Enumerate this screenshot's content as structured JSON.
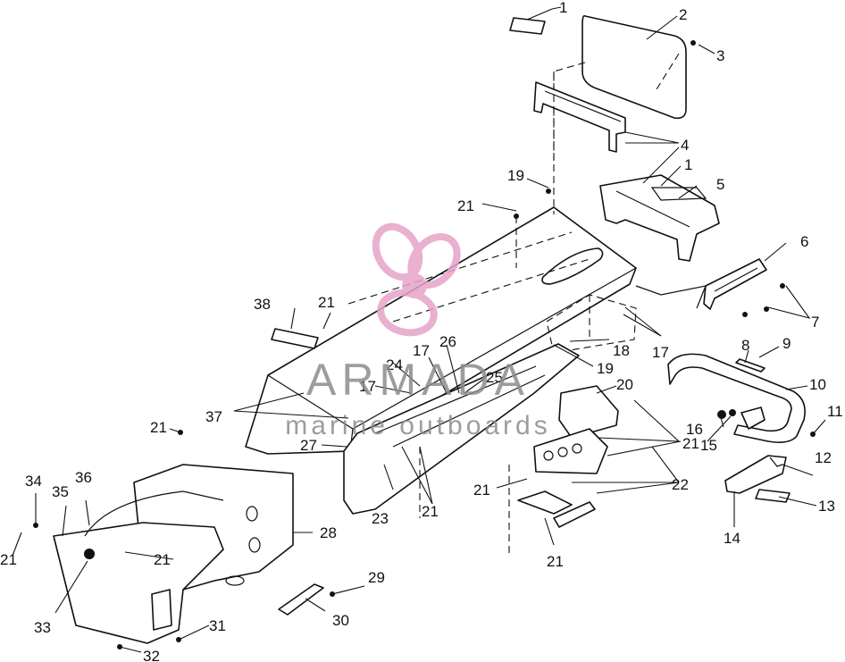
{
  "watermark": {
    "brand": "ARMADA",
    "tagline": "marine outboards",
    "logo_color": "#e6a3c8",
    "text_color": "#8c8c8c"
  },
  "callouts": {
    "c1a": "1",
    "c2": "2",
    "c3": "3",
    "c4": "4",
    "c1b": "1",
    "c5": "5",
    "c6": "6",
    "c7": "7",
    "c8": "8",
    "c9": "9",
    "c10": "10",
    "c11": "11",
    "c12": "12",
    "c13": "13",
    "c14": "14",
    "c15": "15",
    "c16": "16",
    "c17a": "17",
    "c17b": "17",
    "c17c": "17",
    "c18": "18",
    "c19a": "19",
    "c19b": "19",
    "c20": "20",
    "c21a": "21",
    "c21b": "21",
    "c21c": "21",
    "c21d": "21",
    "c21e": "21",
    "c21f": "21",
    "c21g": "21",
    "c21h": "21",
    "c21i": "21",
    "c22": "22",
    "c23": "23",
    "c24": "24",
    "c25": "25",
    "c26": "26",
    "c27": "27",
    "c28": "28",
    "c29": "29",
    "c30": "30",
    "c31": "31",
    "c32": "32",
    "c33": "33",
    "c34": "34",
    "c35": "35",
    "c36": "36",
    "c37": "37",
    "c38": "38"
  }
}
